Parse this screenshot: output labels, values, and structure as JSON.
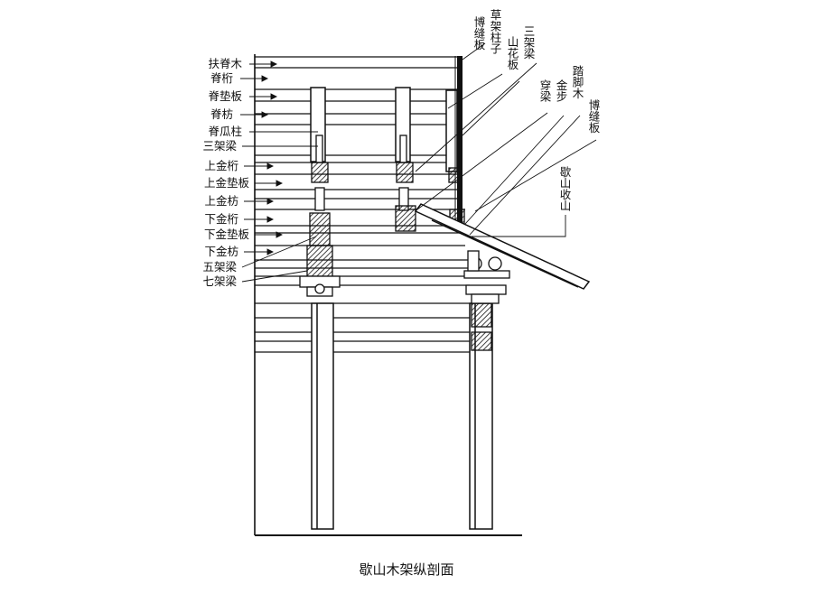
{
  "caption": "歇山木架纵剖面",
  "left_labels": [
    "扶脊木",
    "脊桁",
    "脊垫板",
    "脊枋",
    "脊瓜柱",
    "三架梁",
    "上金桁",
    "上金垫板",
    "上金枋",
    "下金桁",
    "下金垫板",
    "下金枋",
    "五架梁",
    "七架梁"
  ],
  "top_labels": [
    "博缝板",
    "草架柱子",
    "山花板",
    "三架梁",
    "穿梁",
    "金步",
    "踏脚木",
    "博缝板",
    "歇山收山"
  ]
}
